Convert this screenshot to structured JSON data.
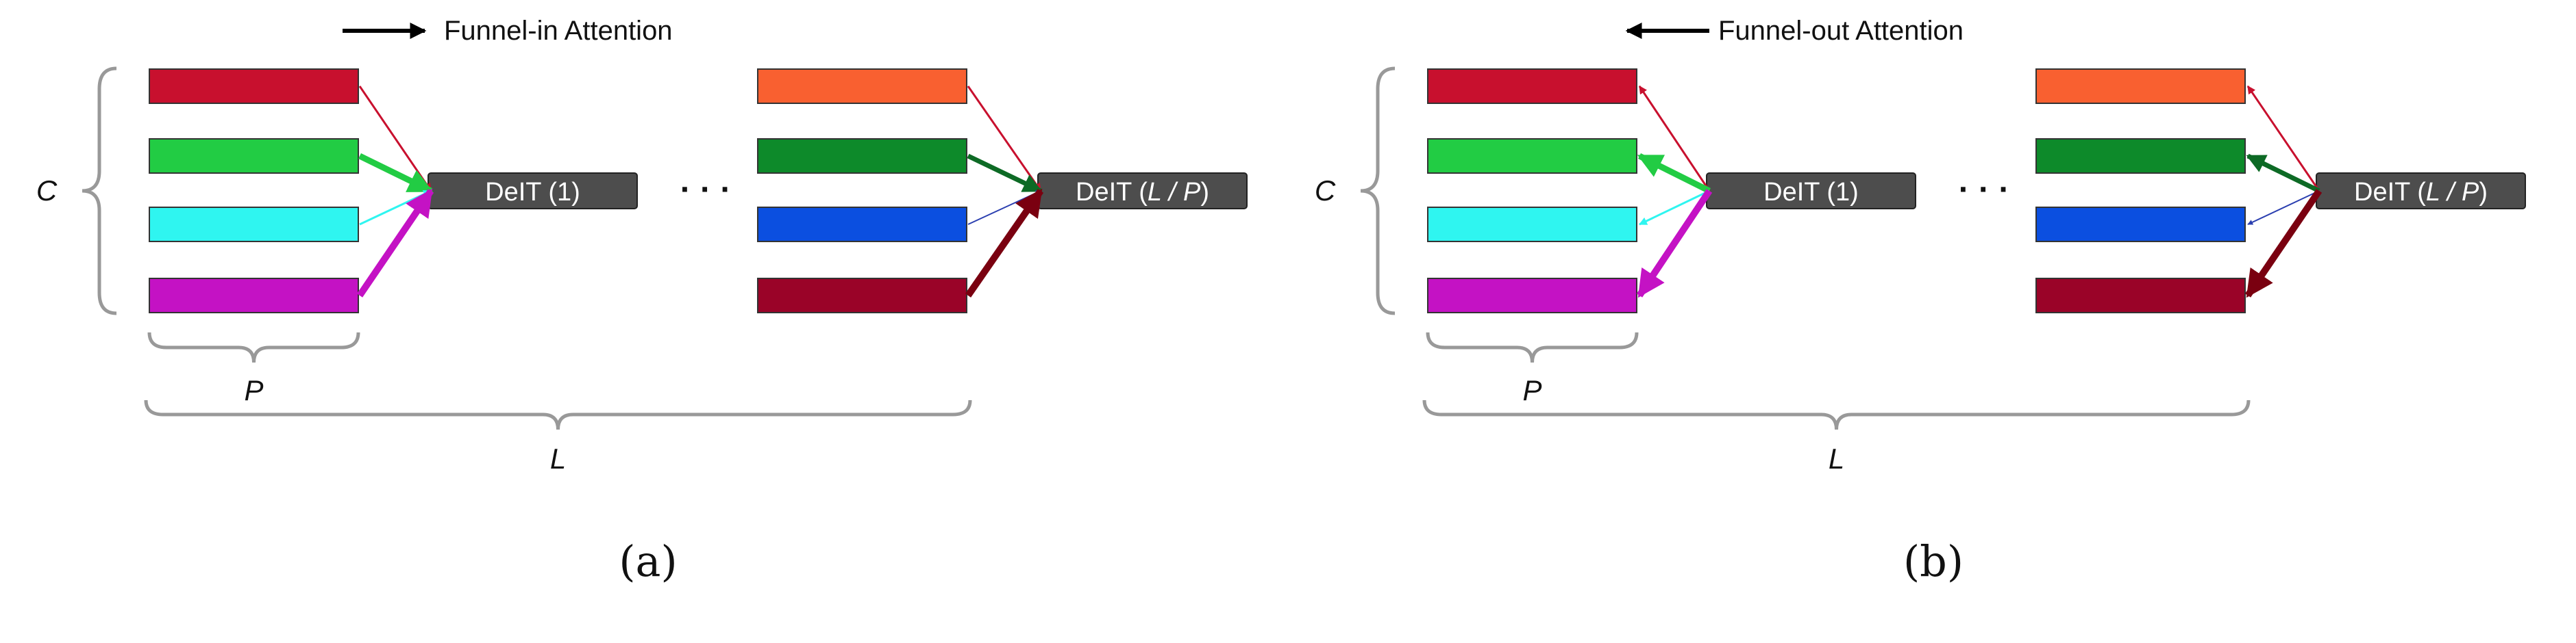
{
  "panels": [
    {
      "id": "a",
      "legend_text": "Funnel-in Attention",
      "legend_direction": "right",
      "flow": "in",
      "caption": "(a)",
      "block_first_label": "DeIT (1)",
      "block_last_label_prefix": "DeIT (",
      "block_last_label_var": "L / P",
      "block_last_label_suffix": ")",
      "ellipsis": "· · ·",
      "brace_c_label": "C",
      "brace_p_label": "P",
      "brace_l_label": "L",
      "group_first_colors": [
        "#c8102e",
        "#22cc44",
        "#2ff5f0",
        "#c412c4"
      ],
      "group_last_colors": [
        "#f96030",
        "#0d8a2a",
        "#0b4fe0",
        "#9a0328"
      ],
      "arrow_colors_first": [
        "#c8102e",
        "#22cc44",
        "#2ff5f0",
        "#c412c4"
      ],
      "arrow_colors_last": [
        "#c8102e",
        "#0d6a25",
        "#2b3fb0",
        "#7a0010"
      ]
    },
    {
      "id": "b",
      "legend_text": "Funnel-out Attention",
      "legend_direction": "left",
      "flow": "out",
      "caption": "(b)",
      "block_first_label": "DeIT (1)",
      "block_last_label_prefix": "DeIT (",
      "block_last_label_var": "L / P",
      "block_last_label_suffix": ")",
      "ellipsis": "· · ·",
      "brace_c_label": "C",
      "brace_p_label": "P",
      "brace_l_label": "L",
      "group_first_colors": [
        "#c8102e",
        "#22cc44",
        "#2ff5f0",
        "#c412c4"
      ],
      "group_last_colors": [
        "#f96030",
        "#0d8a2a",
        "#0b4fe0",
        "#9a0328"
      ],
      "arrow_colors_first": [
        "#c8102e",
        "#22cc44",
        "#2ff5f0",
        "#c412c4"
      ],
      "arrow_colors_last": [
        "#c8102e",
        "#0d6a25",
        "#2b3fb0",
        "#7a0010"
      ]
    }
  ]
}
